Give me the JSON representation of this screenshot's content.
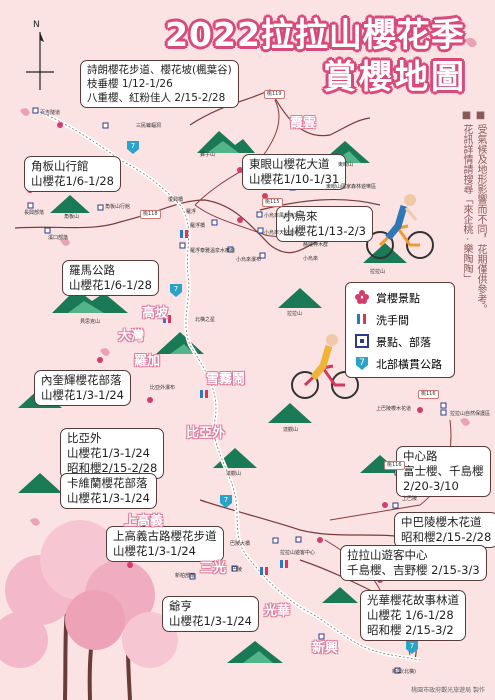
{
  "title": {
    "line1": "2022拉拉山櫻花季",
    "line2": "賞櫻地圖"
  },
  "north_label": "N",
  "side_note": [
    "■ 受氣候及地形影響而不同，花期僅供參考。",
    "■ 花訊詳情請搜尋「來企桃 · 樂陶陶」"
  ],
  "legend": {
    "items": [
      {
        "icon": "sakura-flower-icon",
        "label": "賞櫻景點"
      },
      {
        "icon": "restroom-icon",
        "label": "洗手間"
      },
      {
        "icon": "square-marker-icon",
        "label": "景點、部落"
      },
      {
        "icon": "route-7-icon",
        "label": "北部橫貫公路"
      }
    ]
  },
  "spots": [
    {
      "id": "shilang",
      "lines": [
        "詩朗櫻花步道、櫻花坡(楓葉谷)",
        "枝垂櫻 1/12-1/26",
        "八重櫻、紅粉佳人 2/15-2/28"
      ]
    },
    {
      "id": "jiaobanshan",
      "lines": [
        "角板山行館",
        "山櫻花1/6-1/28"
      ]
    },
    {
      "id": "dongyan",
      "lines": [
        "東眼山櫻花大道",
        "山櫻花1/10-1/31"
      ]
    },
    {
      "id": "xiaowulai",
      "lines": [
        "小烏來",
        "山櫻花1/13-2/3"
      ]
    },
    {
      "id": "luoma",
      "lines": [
        "羅馬公路",
        "山櫻花1/6-1/28"
      ]
    },
    {
      "id": "neikuei",
      "lines": [
        "內奎輝櫻花部落",
        "山櫻花1/3-1/24"
      ]
    },
    {
      "id": "biyawai",
      "lines": [
        "比亞外",
        "山櫻花1/3-1/24",
        "昭和櫻2/15-2/28"
      ]
    },
    {
      "id": "kaweilan",
      "lines": [
        "卡維蘭櫻花部落",
        "山櫻花1/3-1/24"
      ]
    },
    {
      "id": "shanggaoyi",
      "lines": [
        "上高義古路櫻花步道",
        "山櫻花1/3-1/24"
      ]
    },
    {
      "id": "yuheng",
      "lines": [
        "爺亨",
        "山櫻花1/3-1/24"
      ]
    },
    {
      "id": "zhongxin",
      "lines": [
        "中心路",
        "富士櫻、千島櫻",
        "2/20-3/10"
      ]
    },
    {
      "id": "zhongbalin",
      "lines": [
        "中巴陵櫻木花道",
        "昭和櫻2/15-2/28"
      ]
    },
    {
      "id": "lalashan",
      "lines": [
        "拉拉山遊客中心",
        "千島櫻、吉野櫻 2/15-3/3"
      ]
    },
    {
      "id": "guanghua",
      "lines": [
        "光華櫻花故事林道",
        "山櫻花 1/6-1/28",
        "昭和櫻 2/15-3/2"
      ]
    }
  ],
  "areas": [
    "霞雲",
    "高坡",
    "大灣",
    "羅加",
    "雪霧鬧",
    "比亞外",
    "上高義",
    "三光",
    "光華",
    "新興"
  ],
  "places": [
    "百吉隧道",
    "三民蝙蝠洞",
    "獅子山",
    "長興部落",
    "角板山行館",
    "角板山",
    "羅浮",
    "復興橋",
    "溪口部落",
    "羅浮橋",
    "羅浮泰雅溫泉水療館",
    "小烏來風景特定區",
    "小烏來天空步道",
    "小烏來瀑布",
    "小烏來",
    "東眼山國家森林遊樂區",
    "東眼山",
    "赫威神木群",
    "拉拉山",
    "貝思克山",
    "拉拉山",
    "北橫之星",
    "巴陵大橋",
    "上巴陵櫻木花道",
    "拉拉山自然保護區",
    "拉拉山遊客中心",
    "巴陵",
    "達觀山",
    "新興(北橫)",
    "比亞外瀑布",
    "達觀山",
    "新柏部落",
    "爺亨梯田",
    "光華",
    "巴陵古道生態園區",
    "中巴陵櫻木花道",
    "上巴陵"
  ],
  "road_badges": [
    "桃119",
    "桃118",
    "桃116",
    "桃115",
    "桃113",
    "桃116"
  ],
  "footer": "桃園市政府觀光旅遊局 製作"
}
